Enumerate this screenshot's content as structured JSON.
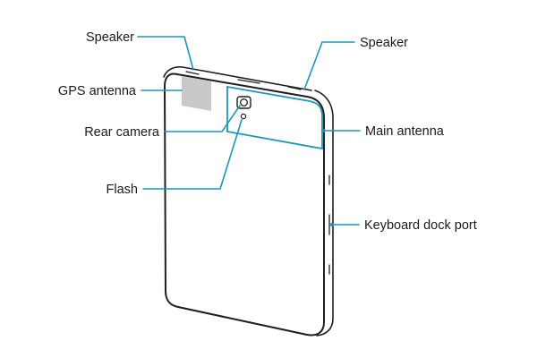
{
  "colors": {
    "leader": "#1e96b3",
    "gps_fill": "#c9c9c9",
    "outline": "#1f1f1f"
  },
  "labels": {
    "speaker_left": "Speaker",
    "gps_antenna": "GPS antenna",
    "rear_camera": "Rear camera",
    "flash": "Flash",
    "speaker_right": "Speaker",
    "main_antenna": "Main antenna",
    "keyboard_dock_port": "Keyboard dock port"
  }
}
